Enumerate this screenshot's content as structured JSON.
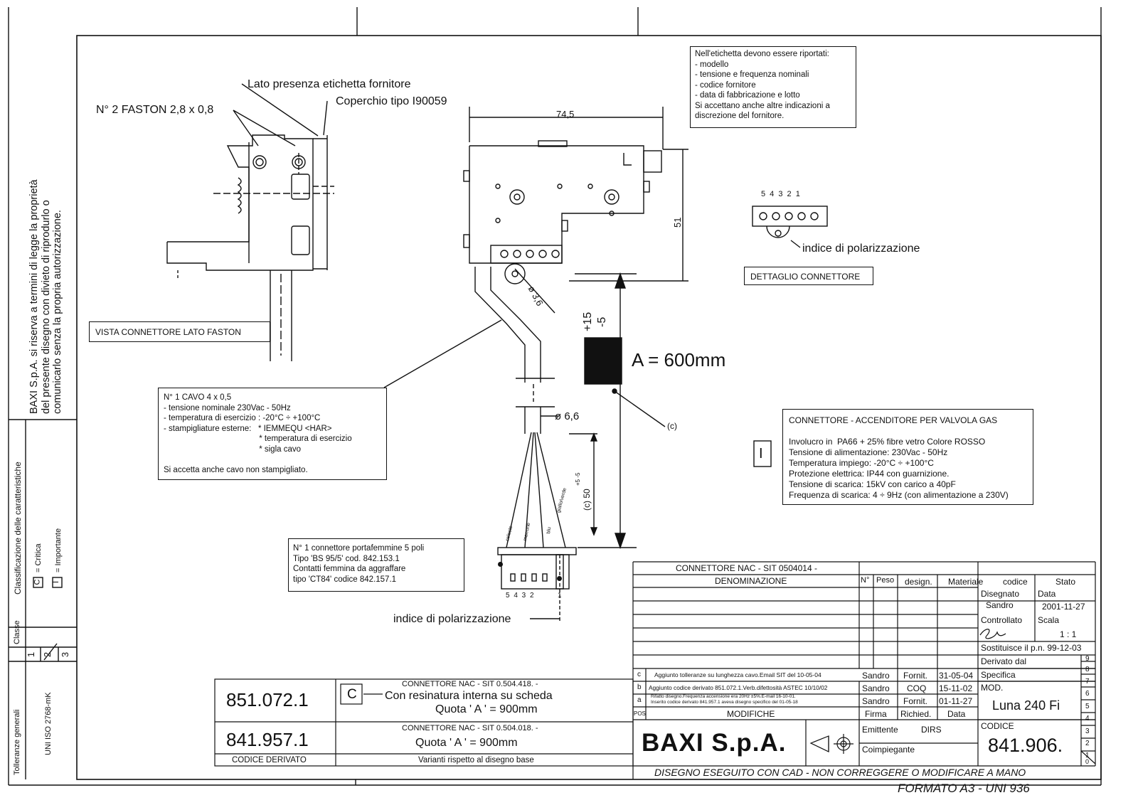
{
  "notes": {
    "label_box": "Nell'etichetta devono essere riportati:\n- modello\n- tensione e frequenza nominali\n- codice fornitore\n- data di fabbricazione e lotto\nSi accettano anche altre indicazioni a\ndiscrezione del fornitore.",
    "faston_view": "VISTA CONNETTORE LATO FASTON",
    "connector_detail": "DETTAGLIO CONNETTORE",
    "cable_box": "N° 1 CAVO 4 x 0,5\n- tensione nominale 230Vac - 50Hz\n- temperatura di esercizio : -20°C ÷ +100°C\n- stampigliature esterne:   * IEMMEQU <HAR>\n                                          * temperatura di esercizio\n                                          * sigla cavo\n\nSi accetta anche cavo non stampigliato.",
    "spec_box": "CONNETTORE - ACCENDITORE PER VALVOLA GAS\n\nInvolucro in  PA66 + 25% fibre vetro Colore ROSSO\nTensione di alimentazione: 230Vac - 50Hz\nTemperatura impiego: -20°C ÷ +100°C\nProtezione elettrica: IP44 con guarnizione.\nTensione di scarica: 15kV con carico a 40pF\nFrequenza di scarica: 4 ÷ 9Hz (con alimentazione a 230V)",
    "female_box": "N° 1 connettore portafemmine 5 poli\nTipo 'BS 95/5' cod. 842.153.1\nContatti femmina da aggraffare\ntipo 'CT84' codice 842.157.1",
    "class_marker": "I"
  },
  "labels": {
    "lato_etichetta": "Lato presenza etichetta fornitore",
    "faston": "N° 2 FASTON 2,8 x 0,8",
    "coperchio": "Coperchio tipo I90059",
    "dim_width": "74,5",
    "dim_height": "51",
    "dim_diam36": "ø 3,6",
    "dim_diam66": "ø 6,6",
    "tol_plus": "+15",
    "tol_minus": "-5",
    "a_quota": "A = 600mm",
    "c_mark": "(c)",
    "dim_50": "(c) 50",
    "dim_50_tol": "+5 -5",
    "pin_numbers_top": "5 4 3 2 1",
    "pin_numbers_bottom": "5 4 3 2",
    "pin_one_bottom": "1",
    "polar_index_1": "indice di polarizzazione",
    "polar_index_2": "indice di polarizzazione",
    "wire_labels": [
      "celeste",
      "marrone",
      "blu",
      "giallo/verde"
    ]
  },
  "left_margin": {
    "rights": "BAXI S.p.A. si riserva a termini di legge la proprietà\ndel presente disegno con divieto di riprodurlo o\ncomunicarlo senza la propria autorizzazione.",
    "class_title": "Classificazione delle caratteristiche",
    "critica": "= Critica",
    "importante": "= Importante",
    "c_symbol": "C",
    "i_symbol": "I",
    "classe": "Classe",
    "classe_nums": [
      "1",
      "2",
      "3"
    ],
    "tol_title": "Tolleranze generali",
    "tol_std": "UNI ISO 2768-mK"
  },
  "derived": {
    "code1": "851.072.1",
    "c_box": "C",
    "code1_title": "CONNETTORE NAC - SIT 0.504.418. -",
    "code1_line2": "Con resinatura interna su scheda",
    "code1_line3": "Quota ' A ' = 900mm",
    "code2": "841.957.1",
    "code2_title": "CONNETTORE NAC - SIT 0.504.018. -",
    "code2_line2": "Quota ' A ' = 900mm",
    "col_codice": "CODICE DERIVATO",
    "col_varianti": "Varianti rispetto al disegno base"
  },
  "title_block": {
    "name": "CONNETTORE NAC - SIT 0504014 -",
    "h_denominazione": "DENOMINAZIONE",
    "h_n": "N°",
    "h_peso": "Peso",
    "h_design": "design.",
    "h_materiale": "Materiale",
    "h_codice": "codice",
    "h_stato": "Stato",
    "disegnato_l": "Disegnato",
    "disegnato_v": "Sandro",
    "data_l": "Data",
    "data_v": "2001-11-27",
    "controllato_l": "Controllato",
    "scala_l": "Scala",
    "scala_v": "1 : 1",
    "sostituisce": "Sostituisce il p.n. 99-12-03",
    "derivato": "Derivato dal",
    "specifica": "Specifica",
    "mod_l": "MOD.",
    "mod_v": "Luna 240 Fi",
    "codice_l": "CODICE",
    "codice_v": "841.906.",
    "rev_nums": [
      "9",
      "8",
      "7",
      "6",
      "5",
      "4",
      "3",
      "2",
      "1",
      "0"
    ],
    "modifiche": [
      {
        "pos": "c",
        "desc": "Aggiunto tolleranze su lunghezza cavo.Email SIT del 10-05-04",
        "firma": "Sandro",
        "rich": "Fornit.",
        "data": "31-05-04"
      },
      {
        "pos": "b",
        "desc": "Aggiunto codice derivato 851.072.1.Verb.difettosità ASTEC 10/10/02",
        "firma": "Sandro",
        "rich": "COQ",
        "data": "15-11-02"
      },
      {
        "pos": "a",
        "desc": "Rifatto disegno.Frequenza accensione era 20Hz ±5%.E-mail 16-10-01.\nInserito codice derivato 841.957.1 aveva disegno specifico del 01-05-18",
        "firma": "Sandro",
        "rich": "Fornit.",
        "data": "01-11-27"
      }
    ],
    "h_pos": "POS",
    "h_modifiche": "MODIFICHE",
    "h_firma": "Firma",
    "h_richied": "Richied.",
    "h_data": "Data",
    "company": "BAXI S.p.A.",
    "emittente_l": "Emittente",
    "emittente_v": "DIRS",
    "coimpiegante_l": "Coimpiegante",
    "cad_note": "DISEGNO ESEGUITO CON CAD  -  NON CORREGGERE O MODIFICARE A MANO",
    "formato": "FORMATO A3 - UNI 936"
  }
}
